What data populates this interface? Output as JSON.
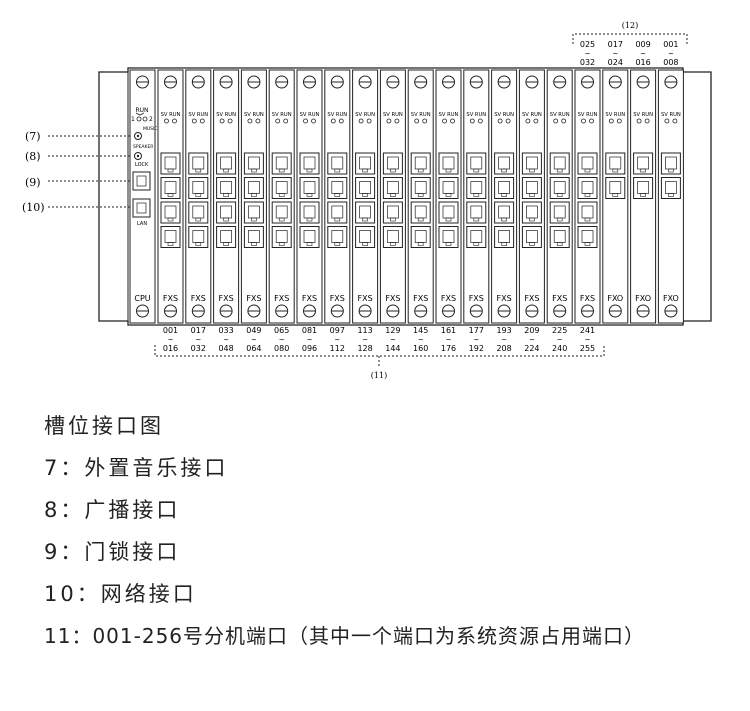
{
  "diagram": {
    "cpu_card": {
      "label": "CPU",
      "run_label": "RUN",
      "run_pos_1": "1",
      "run_pos_2": "2",
      "music_label": "MUSIC",
      "speaker_label": "SPEAKER",
      "lock_label": "LOCK",
      "lan_label": "LAN"
    },
    "fxs_card": {
      "label": "FXS",
      "led_label": "SV RUN",
      "count": 16
    },
    "fxo_card": {
      "label": "FXO",
      "led_label": "SV RUN",
      "count": 3
    },
    "callouts": [
      "(7)",
      "(8)",
      "(9)",
      "(10)"
    ],
    "bottom_group_label": "(11)",
    "top_group_label": "(12)",
    "tilde": "~",
    "fxs_port_ranges": [
      {
        "from": "001",
        "to": "016"
      },
      {
        "from": "017",
        "to": "032"
      },
      {
        "from": "033",
        "to": "048"
      },
      {
        "from": "049",
        "to": "064"
      },
      {
        "from": "065",
        "to": "080"
      },
      {
        "from": "081",
        "to": "096"
      },
      {
        "from": "097",
        "to": "112"
      },
      {
        "from": "113",
        "to": "128"
      },
      {
        "from": "129",
        "to": "144"
      },
      {
        "from": "145",
        "to": "160"
      },
      {
        "from": "161",
        "to": "176"
      },
      {
        "from": "177",
        "to": "192"
      },
      {
        "from": "193",
        "to": "208"
      },
      {
        "from": "209",
        "to": "224"
      },
      {
        "from": "225",
        "to": "240"
      },
      {
        "from": "241",
        "to": "255"
      }
    ],
    "fxo_port_ranges": [
      {
        "from": "025",
        "to": "032"
      },
      {
        "from": "017",
        "to": "024"
      },
      {
        "from": "009",
        "to": "016"
      },
      {
        "from": "001",
        "to": "008"
      }
    ]
  },
  "captions": [
    "槽位接口图",
    "7：外置音乐接口",
    "8：广播接口",
    "9：门锁接口",
    "10：网络接口",
    "11：001-256号分机端口（其中一个端口为系统资源占用端口）"
  ]
}
